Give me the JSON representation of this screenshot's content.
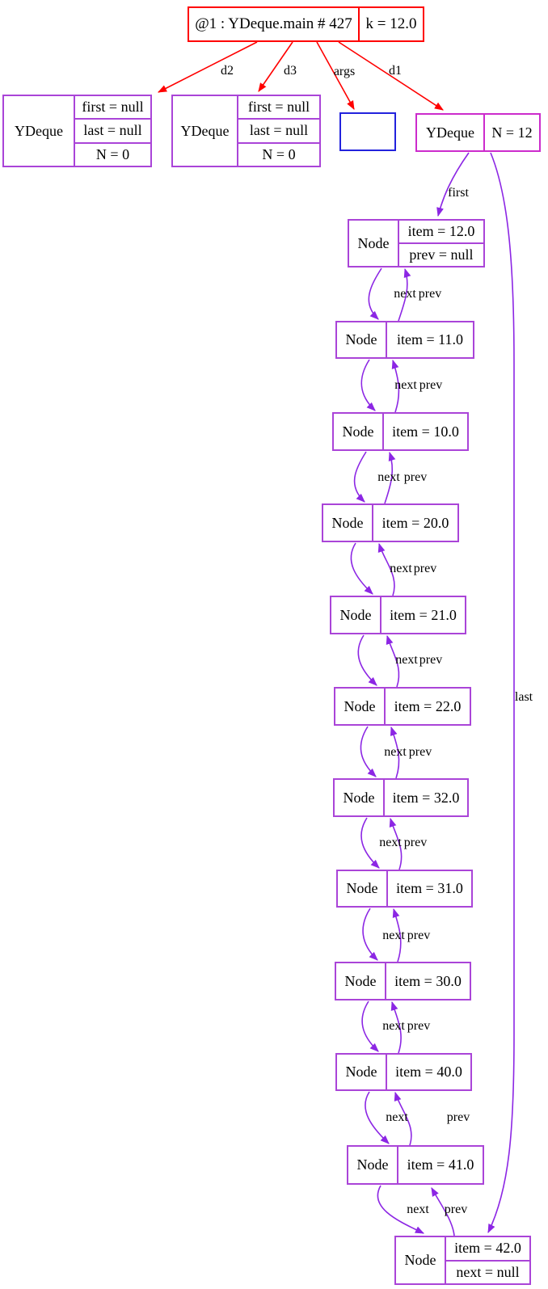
{
  "colors": {
    "frame": "#ff0000",
    "node": "#aa44d8",
    "main": "#cc2bcc",
    "args": "#2222dd",
    "edge": "#8c26e4",
    "background": "#ffffff",
    "text": "#000000"
  },
  "frame": {
    "title": "@1 : YDeque.main # 427",
    "field": "k = 12.0"
  },
  "edge_labels": {
    "d2": "d2",
    "d3": "d3",
    "args": "args",
    "d1": "d1",
    "first": "first",
    "last": "last",
    "next": "next",
    "prev": "prev"
  },
  "deques": [
    {
      "class_name": "YDeque",
      "fields": [
        "first = null",
        "last = null",
        "N = 0"
      ]
    },
    {
      "class_name": "YDeque",
      "fields": [
        "first = null",
        "last = null",
        "N = 0"
      ]
    }
  ],
  "main_deque": {
    "class_name": "YDeque",
    "field": "N = 12"
  },
  "nodes": [
    {
      "class_name": "Node",
      "fields": [
        "item = 12.0",
        "prev = null"
      ]
    },
    {
      "class_name": "Node",
      "fields": [
        "item = 11.0"
      ]
    },
    {
      "class_name": "Node",
      "fields": [
        "item = 10.0"
      ]
    },
    {
      "class_name": "Node",
      "fields": [
        "item = 20.0"
      ]
    },
    {
      "class_name": "Node",
      "fields": [
        "item = 21.0"
      ]
    },
    {
      "class_name": "Node",
      "fields": [
        "item = 22.0"
      ]
    },
    {
      "class_name": "Node",
      "fields": [
        "item = 32.0"
      ]
    },
    {
      "class_name": "Node",
      "fields": [
        "item = 31.0"
      ]
    },
    {
      "class_name": "Node",
      "fields": [
        "item = 30.0"
      ]
    },
    {
      "class_name": "Node",
      "fields": [
        "item = 40.0"
      ]
    },
    {
      "class_name": "Node",
      "fields": [
        "item = 41.0"
      ]
    },
    {
      "class_name": "Node",
      "fields": [
        "item = 42.0",
        "next = null"
      ]
    }
  ]
}
